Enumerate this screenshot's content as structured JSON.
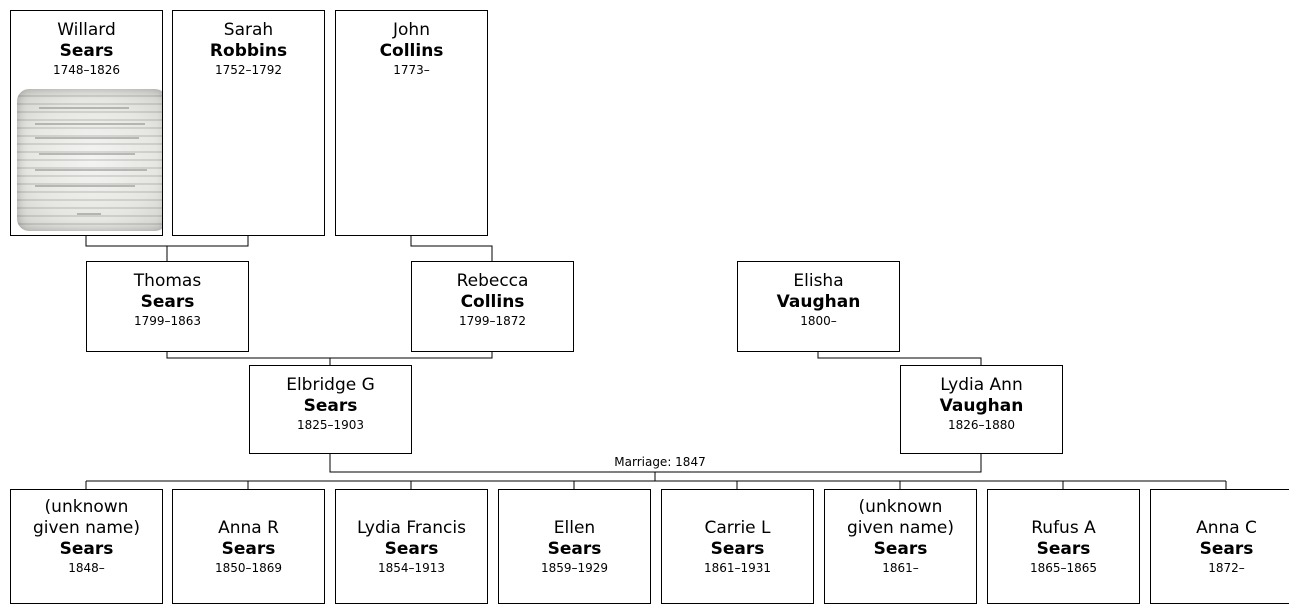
{
  "people": {
    "willard": {
      "given": "Willard",
      "surname": "Sears",
      "dates": "1748–1826"
    },
    "sarah": {
      "given": "Sarah",
      "surname": "Robbins",
      "dates": "1752–1792"
    },
    "john": {
      "given": "John",
      "surname": "Collins",
      "dates": "1773–"
    },
    "thomas": {
      "given": "Thomas",
      "surname": "Sears",
      "dates": "1799–1863"
    },
    "rebecca": {
      "given": "Rebecca",
      "surname": "Collins",
      "dates": "1799–1872"
    },
    "elisha": {
      "given": "Elisha",
      "surname": "Vaughan",
      "dates": "1800–"
    },
    "elbridge": {
      "given": "Elbridge G",
      "surname": "Sears",
      "dates": "1825–1903"
    },
    "lydia_ann": {
      "given": "Lydia Ann",
      "surname": "Vaughan",
      "dates": "1826–1880"
    }
  },
  "marriage_label": "Marriage: 1847",
  "children": [
    {
      "given1": "(unknown",
      "given2": "given name)",
      "surname": "Sears",
      "dates": "1848–"
    },
    {
      "given1": "",
      "given2": "Anna R",
      "surname": "Sears",
      "dates": "1850–1869"
    },
    {
      "given1": "",
      "given2": "Lydia Francis",
      "surname": "Sears",
      "dates": "1854–1913"
    },
    {
      "given1": "",
      "given2": "Ellen",
      "surname": "Sears",
      "dates": "1859–1929"
    },
    {
      "given1": "",
      "given2": "Carrie L",
      "surname": "Sears",
      "dates": "1861–1931"
    },
    {
      "given1": "(unknown",
      "given2": "given name)",
      "surname": "Sears",
      "dates": "1861–"
    },
    {
      "given1": "",
      "given2": "Rufus A",
      "surname": "Sears",
      "dates": "1865–1865"
    },
    {
      "given1": "",
      "given2": "Anna C",
      "surname": "Sears",
      "dates": "1872–"
    }
  ]
}
